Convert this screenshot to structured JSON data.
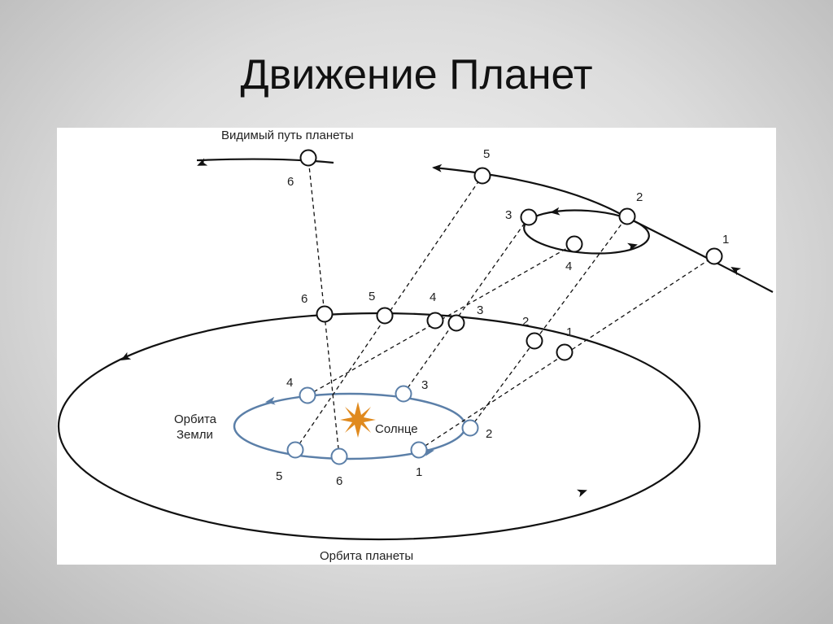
{
  "slide": {
    "title": "Движение Планет"
  },
  "diagram": {
    "apparent_path_label": "Видимый путь планеты",
    "planet_orbit_label": "Орбита планеты",
    "earth_orbit_label_line1": "Орбита",
    "earth_orbit_label_line2": "Земли",
    "sun_label": "Солнце",
    "apparent_points": [
      "1",
      "2",
      "3",
      "4",
      "5",
      "6"
    ],
    "planet_points": [
      "1",
      "2",
      "3",
      "4",
      "5",
      "6"
    ],
    "earth_points": [
      "1",
      "2",
      "3",
      "4",
      "5",
      "6"
    ],
    "colors": {
      "earth_orbit": "#5b7fa8",
      "sun": "#e08a1e",
      "lines": "#111111",
      "panel": "#ffffff"
    }
  }
}
